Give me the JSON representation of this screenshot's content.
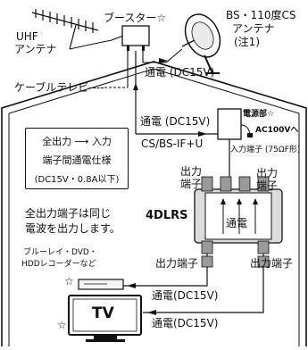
{
  "labels": {
    "uhf_antenna": "UHF\nアンテナ",
    "uhf_line1": "UHF",
    "uhf_line2": "アンテナ",
    "booster": "ブースター☆",
    "bs_cs_line1": "BS・110度CS",
    "bs_cs_line2": "アンテナ",
    "bs_cs_note": "(注1)",
    "cable_tv": "ケーブルテレビ‐‐‐‐",
    "power_top": "通電 (DC15V)",
    "power_mid": "通電 (DC15V)",
    "cs_bs_if_u": "CS/BS-IF+U",
    "power_unit": "電源部☆",
    "ac100v": "AC100Vへ",
    "input_terminal": "入力端子 (75ΩF形)",
    "output_terminal_left_1": "出力",
    "output_terminal_left_2": "端子",
    "output_terminal_right_1": "出力",
    "output_terminal_right_2": "端子",
    "model": "4DLRS",
    "power_inside": "通電",
    "same_signal_line1": "全出力端子は同じ",
    "same_signal_line2": "電波を出力します。",
    "recorder_line1": "ブルーレイ・DVD・",
    "recorder_line2": "HDDレコーダーなど",
    "output_terminal_bottom_left": "出力端子",
    "output_terminal_bottom_right": "出力端子",
    "power_recorder": "通電(DC15V)",
    "power_tv": "通電(DC15V)",
    "tv": "TV",
    "star_recorder": "☆",
    "star_tv": "☆"
  },
  "spec_box": {
    "line1": "全出力 ⟶ 入力",
    "line2": "端子間通電仕様",
    "line3": "(DC15V・0.8A以下)"
  },
  "colors": {
    "line": "#111111",
    "house_fill": "#ffffff",
    "ground": "#e8e8e8",
    "metal": "#9a9a9a",
    "device": "#dcdcdc"
  }
}
